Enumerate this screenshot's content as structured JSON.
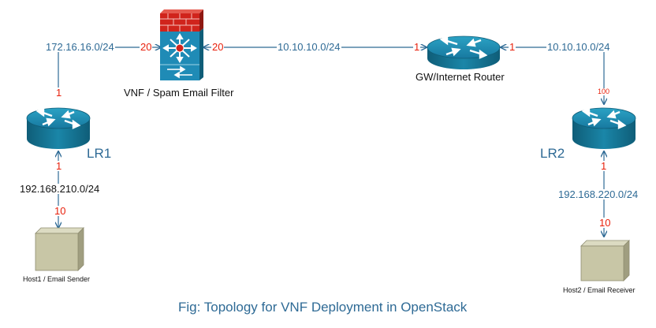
{
  "devices": {
    "vnf": "VNF / Spam Email Filter",
    "gw": "GW/Internet Router",
    "lr1": "LR1",
    "lr2": "LR2",
    "host1": "Host1 / Email Sender",
    "host2": "Host2 / Email Receiver"
  },
  "networks": {
    "left_top": "172.16.16.0/24",
    "center": "10.10.10.0/24",
    "right_top": "10.10.10.0/24",
    "left_bottom": "192.168.210.0/24",
    "right_bottom": "192.168.220.0/24"
  },
  "interfaces": {
    "vnf_left": "20",
    "vnf_right": "20",
    "gw_left": "1",
    "gw_right": "1",
    "lr1_top": "1",
    "lr1_bottom": "1",
    "lr2_top": "100",
    "lr2_bottom": "1",
    "host1": "10",
    "host2": "10"
  },
  "caption": "Fig: Topology for VNF Deployment in OpenStack",
  "colors": {
    "line": "#2e6a95",
    "label_blue": "#2e6a95",
    "label_red": "#e8200c",
    "router_fill": "#1a86a8",
    "router_dark": "#0f5d78",
    "firewall_red": "#d0241c",
    "switch_blue": "#1f8bb6",
    "host_fill": "#c8c6a6"
  }
}
